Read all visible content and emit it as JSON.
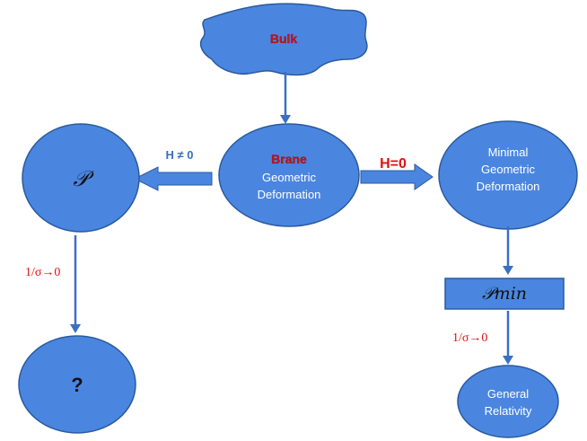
{
  "bulk": {
    "label": "Bulk"
  },
  "brane": {
    "title": "Brane",
    "line1": "Geometric",
    "line2": "Deformation"
  },
  "left_arrow": {
    "label": "H ≠ 0"
  },
  "right_arrow": {
    "label": "H=0"
  },
  "left_node": {
    "symbol": "𝒫"
  },
  "minimal_node": {
    "line1": "Minimal",
    "line2": "Geometric",
    "line3": "Deformation"
  },
  "left_limit": {
    "label": "1/σ→0"
  },
  "question_node": {
    "label": "?"
  },
  "pmin_box": {
    "label": "𝒫min"
  },
  "right_limit": {
    "label": "1/σ→0"
  },
  "gr_node": {
    "line1": "General",
    "line2": "Relativity"
  },
  "colors": {
    "node": "#4a86e0",
    "outline": "#2a5a9e",
    "accent_red": "#e01010",
    "arrow": "#3a6fc4"
  }
}
